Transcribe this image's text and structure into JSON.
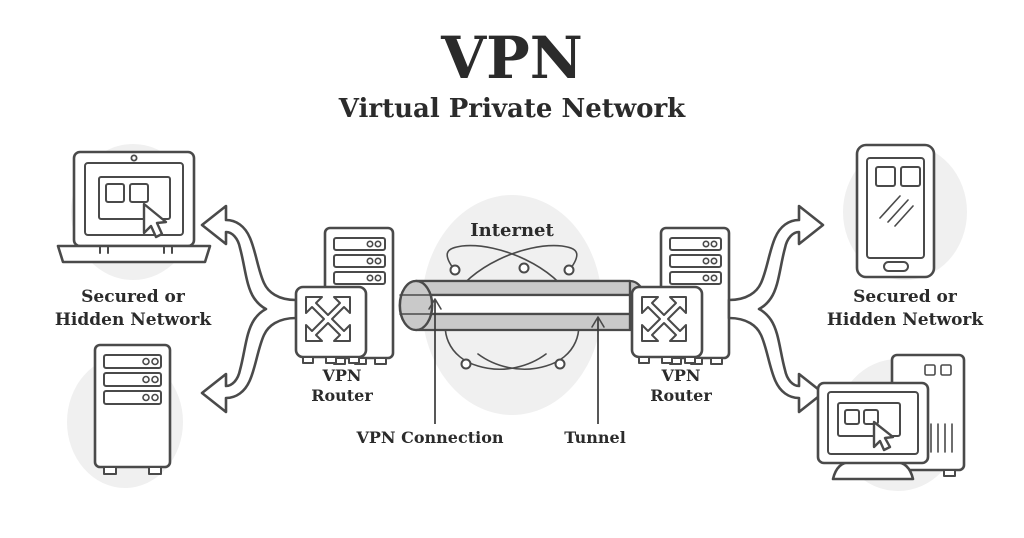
{
  "header": {
    "title": "VPN",
    "subtitle": "Virtual Private Network"
  },
  "labels": {
    "left_network": "Secured or\nHidden Network",
    "left_network_line1": "Secured or",
    "left_network_line2": "Hidden Network",
    "right_network_line1": "Secured or",
    "right_network_line2": "Hidden Network",
    "left_router_line1": "VPN",
    "left_router_line2": "Router",
    "right_router_line1": "VPN",
    "right_router_line2": "Router",
    "internet": "Internet",
    "vpn_connection": "VPN Connection",
    "tunnel": "Tunnel"
  },
  "nodes": {
    "left_top_device": "laptop-computer",
    "left_bottom_device": "server-tower",
    "right_top_device": "smartphone",
    "right_bottom_device": "desktop-computer",
    "left_gateway": "vpn-router",
    "right_gateway": "vpn-router",
    "center": "internet-cloud-network",
    "link": "encrypted-tunnel"
  },
  "colors": {
    "background": "#ffffff",
    "stroke": "#4a4a4a",
    "text": "#2b2b2b",
    "halo": "#f0f0f0",
    "tunnel_band": "#c9c9c9",
    "tunnel_core": "#ffffff"
  },
  "diagram": {
    "type": "network-topology",
    "flow": "devices -> VPN Router -> encrypted tunnel across Internet -> VPN Router -> devices",
    "endpoints_left": [
      "laptop-computer",
      "server-tower"
    ],
    "endpoints_right": [
      "smartphone",
      "desktop-computer"
    ],
    "arrow_count": 4,
    "internet_node_dots": 5
  }
}
